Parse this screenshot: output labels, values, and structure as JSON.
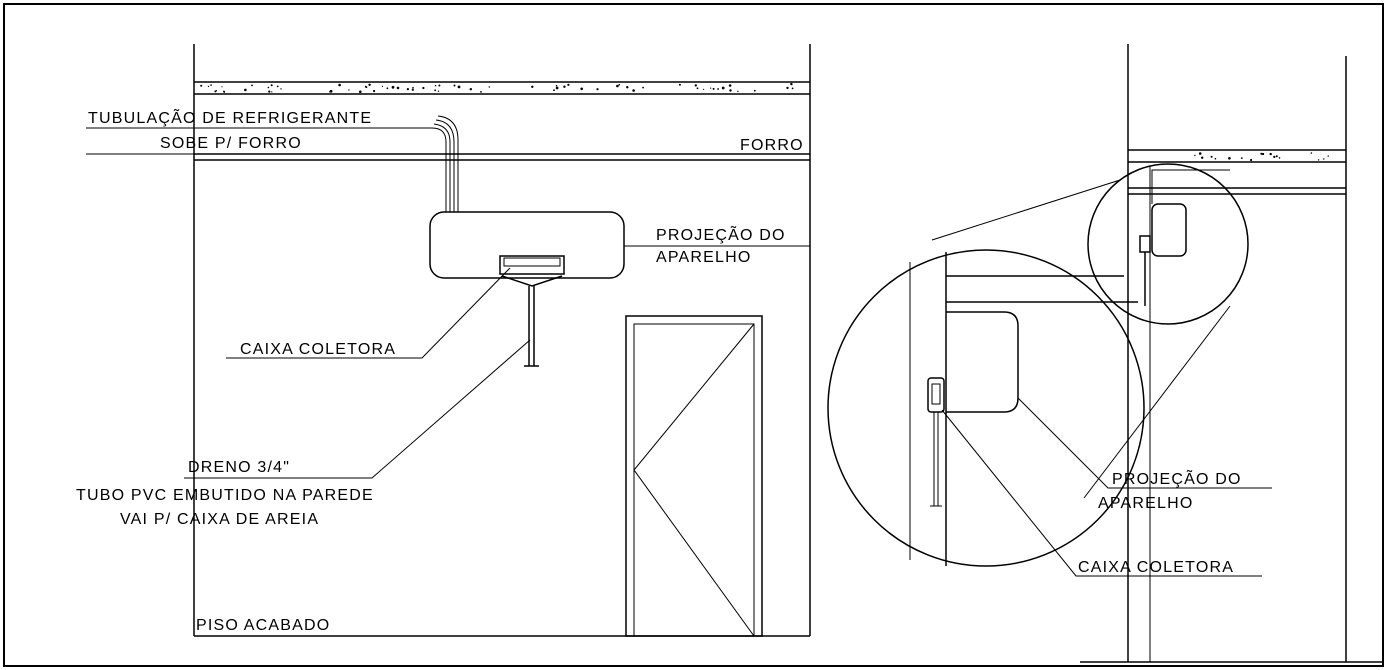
{
  "labels": {
    "tubulacao_line1": "TUBULAÇÃO DE REFRIGERANTE",
    "tubulacao_line2": "SOBE P/ FORRO",
    "forro": "FORRO",
    "projecao_line1": "PROJEÇÃO DO",
    "projecao_line2": "APARELHO",
    "caixa_coletora": "CAIXA COLETORA",
    "dreno": "DRENO 3/4\"",
    "tubo_line1": "TUBO PVC EMBUTIDO NA PAREDE",
    "tubo_line2": "VAI P/ CAIXA DE AREIA",
    "piso": "PISO ACABADO",
    "detail_projecao_line1": "PROJEÇÃO DO",
    "detail_projecao_line2": "APARELHO",
    "detail_caixa_coletora": "CAIXA COLETORA"
  }
}
